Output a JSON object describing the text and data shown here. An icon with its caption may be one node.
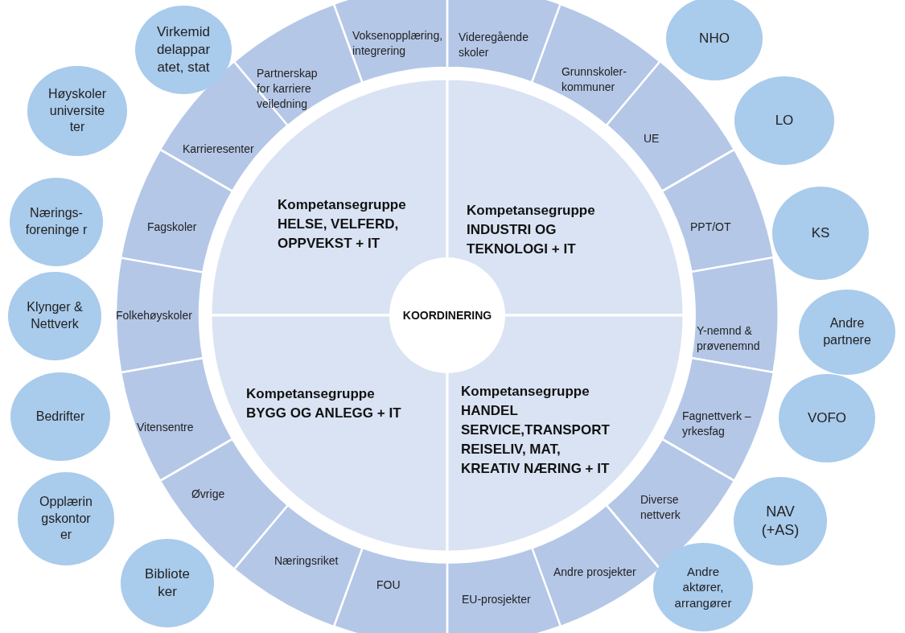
{
  "diagram": {
    "nodes": [
      {
        "text": [
          "Videregående skoler"
        ]
      },
      {
        "text": [
          "Grunnskoler- kommuner"
        ]
      },
      {
        "text": [
          "UE"
        ]
      },
      {
        "text": [
          "PPT/OT"
        ]
      },
      {
        "text": [
          "Y-nemnd & prøvenemnd"
        ]
      },
      {
        "text": [
          "Fagnettverk – yrkesfag"
        ]
      },
      {
        "text": [
          "Diverse nettverk"
        ]
      },
      {
        "text": [
          "Andre prosjekter"
        ]
      },
      {
        "text": [
          "EU-prosjekter"
        ]
      },
      {
        "text": [
          "FOU"
        ]
      },
      {
        "text": [
          "Næringsriket"
        ]
      },
      {
        "text": [
          "Øvrige"
        ]
      },
      {
        "text": [
          "Vitensentre"
        ]
      },
      {
        "text": [
          "Folkehøyskoler"
        ]
      },
      {
        "text": [
          "Fagskoler"
        ]
      },
      {
        "text": [
          "Karrieresenter"
        ]
      },
      {
        "text": [
          "Partnerskap for karriere veiledning"
        ]
      },
      {
        "text": [
          "Voksenopplæring, integrering"
        ]
      },
      {
        "text": [
          "Kompetansegruppe",
          "HELSE, VELFERD, OPPVEKST + IT"
        ]
      },
      {
        "text": [
          "Kompetansegruppe",
          "INDUSTRI OG TEKNOLOGI + IT"
        ]
      },
      {
        "text": [
          "Kompetansegruppe",
          "BYGG OG ANLEGG + IT"
        ]
      },
      {
        "text": [
          "Kompetansegruppe",
          "HANDEL SERVICE,TRANSPORT REISELIV, MAT, KREATIV NÆRING + IT"
        ]
      },
      {
        "text": [
          "KOORDINERING"
        ]
      },
      {
        "text": [
          "Virkemid delappar atet, stat"
        ]
      },
      {
        "text": [
          "Høyskoler universite ter"
        ]
      },
      {
        "text": [
          "Nærings- foreninge r"
        ]
      },
      {
        "text": [
          "Klynger & Nettverk"
        ]
      },
      {
        "text": [
          "Bedrifter"
        ]
      },
      {
        "text": [
          "Opplærin gskontor er"
        ]
      },
      {
        "text": [
          "Bibliote ker"
        ]
      },
      {
        "text": [
          "NHO"
        ]
      },
      {
        "text": [
          "LO"
        ]
      },
      {
        "text": [
          "KS"
        ]
      },
      {
        "text": [
          "Andre partnere"
        ]
      },
      {
        "text": [
          "VOFO"
        ]
      },
      {
        "text": [
          "NAV (+AS)"
        ]
      },
      {
        "text": [
          "Andre aktører, arrangører"
        ]
      }
    ]
  }
}
